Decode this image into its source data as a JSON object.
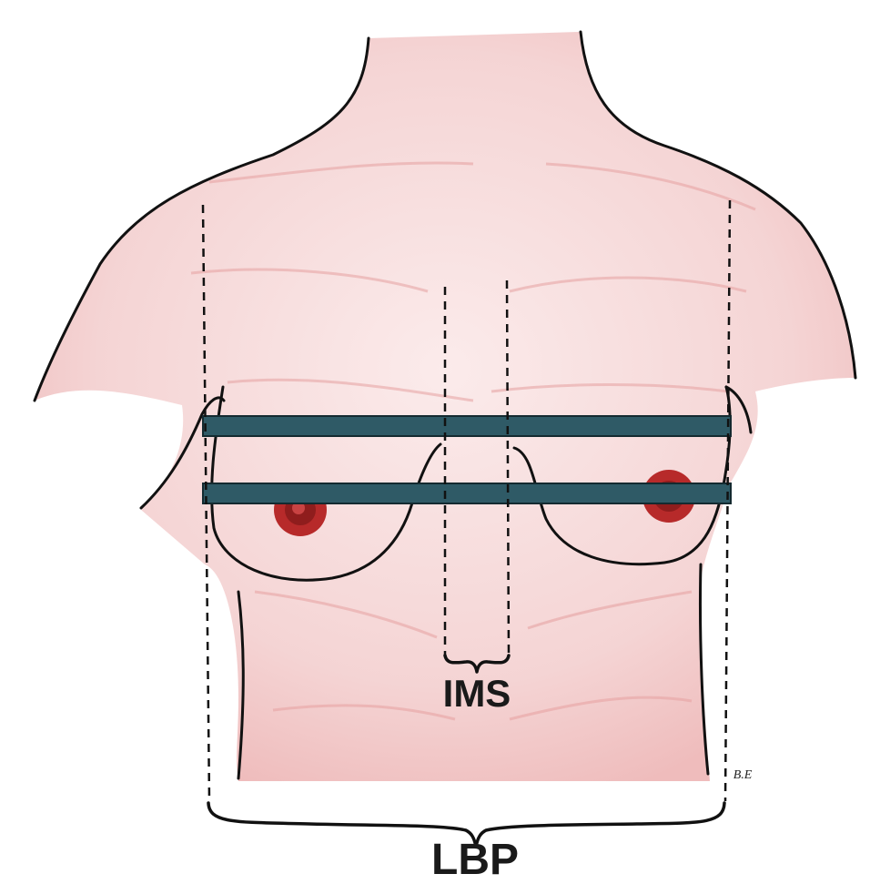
{
  "figure": {
    "type": "anatomical-illustration",
    "labels": {
      "inframammary_span": "IMS",
      "lower_breast_perimeter": "LBP",
      "artist_initials": "B.E"
    },
    "colors": {
      "skin_tint": "#f3cfcf",
      "skin_shading": "#e7a3a3",
      "measurement_band": "#2f5a66",
      "nipple": "#9e2020",
      "outline": "#111111"
    }
  }
}
